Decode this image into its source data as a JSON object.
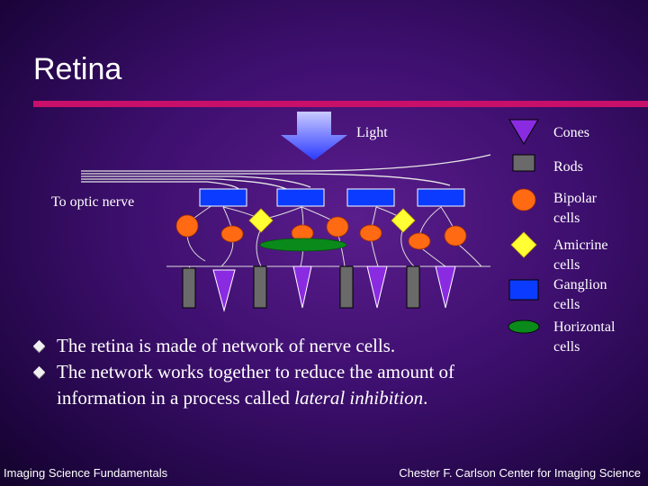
{
  "slide": {
    "title": "Retina",
    "light_label": "Light",
    "optic_nerve_label": "To optic nerve"
  },
  "legend": [
    {
      "icon": "cone-triangle",
      "label": "Cones"
    },
    {
      "icon": "rod-rectangle",
      "label": "Rods"
    },
    {
      "icon": "bipolar-circle",
      "label": "Bipolar cells"
    },
    {
      "icon": "amacrine-diamond",
      "label": "Amicrine cells"
    },
    {
      "icon": "ganglion-rectangle",
      "label": "Ganglion cells"
    },
    {
      "icon": "horizontal-ellipse",
      "label": "Horizontal cells"
    }
  ],
  "bullets": [
    {
      "text": "The retina is made of network of nerve cells."
    },
    {
      "text_before": "The network works together to reduce the amount of information in a process called ",
      "text_italic": "lateral inhibition",
      "text_after": "."
    }
  ],
  "footer": {
    "left": "Imaging Science Fundamentals",
    "right": "Chester F. Carlson Center for Imaging Science"
  },
  "colors": {
    "accent_rule": "#c8106a",
    "cone": "#8a2be2",
    "rod": "#6a6a6a",
    "bipolar": "#ff6a13",
    "amacrine": "#ffff33",
    "ganglion": "#0b3bff",
    "horizontal": "#0a8a1a"
  }
}
